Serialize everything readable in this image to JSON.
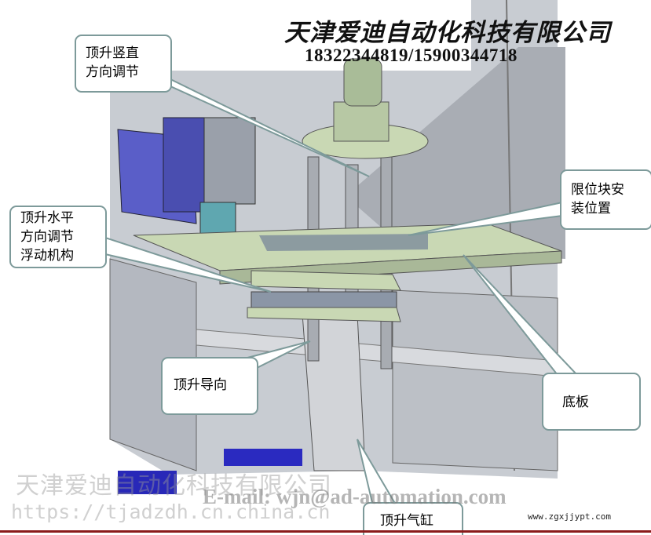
{
  "header": {
    "company": "天津爱迪自动化科技有限公司",
    "phones": "18322344819/15900344718"
  },
  "callouts": {
    "vertical_adjust": "顶升竖直\n方向调节",
    "stop_block": "限位块安\n装位置",
    "horizontal_float": "顶升水平\n方向调节\n浮动机构",
    "guide": "顶升导向",
    "base_plate": "底板",
    "cylinder": "顶升气缸"
  },
  "watermarks": {
    "company": "天津爱迪自动化科技有限公司",
    "url": "https://tjadzdh.cn.china.cn",
    "email": "E-mail: wjn@ad-automation.com",
    "site": "www.zgxjjypt.com"
  },
  "colors": {
    "plate": "#c9d8b4",
    "frame": "#b8bcc4",
    "motor": "#5a5ec8",
    "blue_block": "#2828b8",
    "border": "#7d9a9a"
  }
}
